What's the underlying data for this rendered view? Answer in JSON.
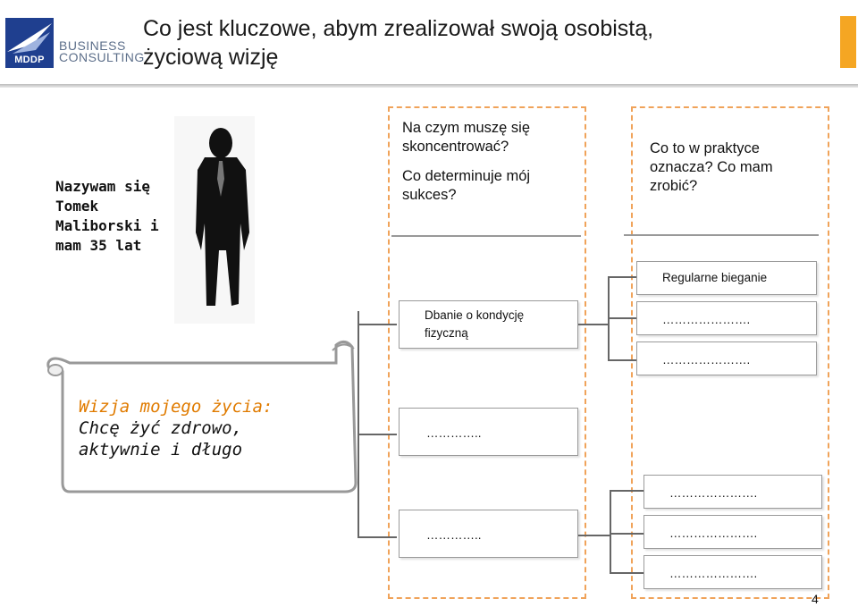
{
  "header": {
    "logo_short": "MDDP",
    "logo_line1": "BUSINESS",
    "logo_line2": "CONSULTING",
    "title_line1": "Co jest kluczowe, abym zrealizował swoją osobistą,",
    "title_line2": "życiową wizję"
  },
  "intro": {
    "line1": "Nazywam się",
    "line2": "Tomek",
    "line3": "Maliborski i",
    "line4": "mam 35 lat"
  },
  "question1": {
    "line1": "Na czym muszę się",
    "line2": "skoncentrować?",
    "line3": "Co determinuje mój",
    "line4": "sukces?"
  },
  "question2": {
    "line1": "Co to w praktyce",
    "line2": "oznacza? Co mam",
    "line3": "zrobić?"
  },
  "vision": {
    "title": "Wizja mojego życia:",
    "line1": "Chcę żyć zdrowo,",
    "line2": "aktywnie i długo"
  },
  "middle_boxes": [
    {
      "line1": "Dbanie o kondycję",
      "line2": "fizyczną"
    },
    {
      "line1": "…………..",
      "line2": ""
    },
    {
      "line1": "…………..",
      "line2": ""
    }
  ],
  "right_boxes": [
    "Regularne bieganie",
    "………………….",
    "………………….",
    "………………….",
    "………………….",
    "…………………."
  ],
  "page_number": "4",
  "colors": {
    "accent": "#f5a623",
    "dashed_border": "#f0a35a",
    "vision_title": "#e07b00",
    "logo_blue": "#1f3f8f"
  }
}
